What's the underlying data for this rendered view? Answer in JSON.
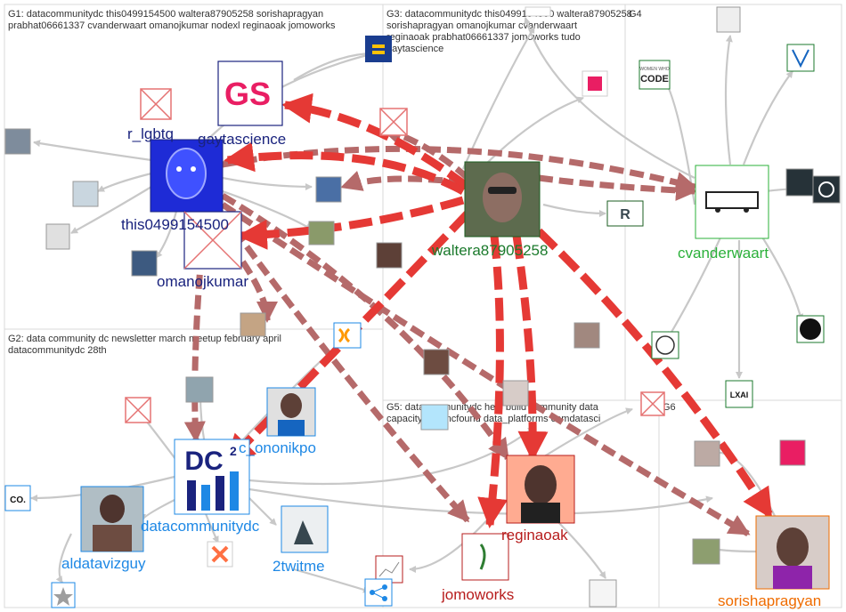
{
  "graph": {
    "groups": [
      {
        "id": "G1",
        "lines": [
          "G1: datacommunitydc this0499154500 waltera87905258 sorishapragyan",
          "prabhat06661337 cvanderwaart omanojkumar nodexl reginaoak jomoworks"
        ]
      },
      {
        "id": "G2",
        "lines": [
          "G2: data community dc newsletter march meetup february april",
          "datacommunitydc 28th"
        ]
      },
      {
        "id": "G3",
        "lines": [
          "G3: datacommunitydc this0499154500 waltera87905258",
          "sorishapragyan omanojkumar cvanderwaart",
          "reginaoak prabhat06661337 jomoworks tudo",
          "gaytascience"
        ]
      },
      {
        "id": "G4",
        "lines": [
          "G4"
        ]
      },
      {
        "id": "G5",
        "lines": [
          "G5: datacommunitydc help build community data",
          "capacity bcbsncfound data_platforms comdatasci"
        ]
      },
      {
        "id": "G6",
        "lines": [
          "G6"
        ]
      }
    ],
    "labels": {
      "r_lgbtq": "r_lgbtq",
      "gaytascience": "gaytascience",
      "this0499154500": "this0499154500",
      "omanojkumar": "omanojkumar",
      "waltera87905258": "waltera87905258",
      "cvanderwaart": "cvanderwaart",
      "c_ononikpo": "c_ononikpo",
      "datacommunitydc": "datacommunitydc",
      "aldatavizguy": "aldatavizguy",
      "2twitme": "2twitme",
      "reginaoak": "reginaoak",
      "jomoworks": "jomoworks",
      "sorishapragyan": "sorishapragyan"
    },
    "logo_text": {
      "gs": "GS",
      "dc2": "DC",
      "dc2_sup": "2",
      "code": "CODE",
      "code_sup": "WOMEN WHO",
      "co": "CO.",
      "lxai": "LXAI"
    },
    "colors": {
      "edge_thin": "#c8c8c8",
      "edge_red": "#e53935",
      "edge_red_dark": "#a05a5a",
      "label_navy": "#1a237e",
      "label_green": "#1b7a2c",
      "label_green2": "#2bb03a",
      "label_blue": "#1e88e5",
      "label_darkred": "#b71c1c",
      "label_orange": "#ef6c00"
    }
  }
}
